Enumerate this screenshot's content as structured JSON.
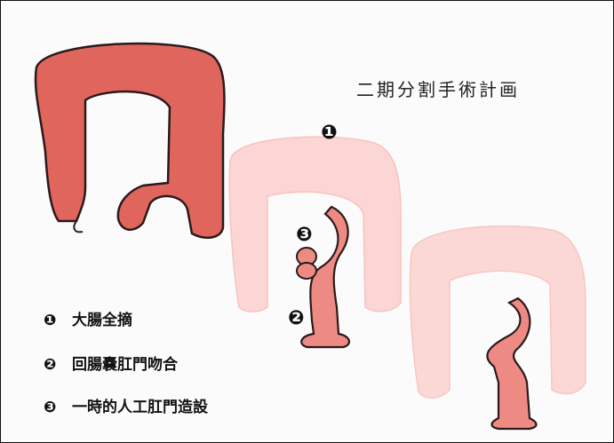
{
  "title": "二期分割手術計画",
  "markers": {
    "one": "❶",
    "two": "❷",
    "three": "❸"
  },
  "legend": [
    {
      "num": "❶",
      "text": "大腸全摘"
    },
    {
      "num": "❷",
      "text": "回腸嚢肛門吻合"
    },
    {
      "num": "❸",
      "text": "一時的人工肛門造設"
    }
  ],
  "colors": {
    "colon_dark": "#e0665d",
    "colon_faded": "#fbd3d0",
    "ileum": "#ee8a84",
    "outline": "#2a1a1a"
  }
}
